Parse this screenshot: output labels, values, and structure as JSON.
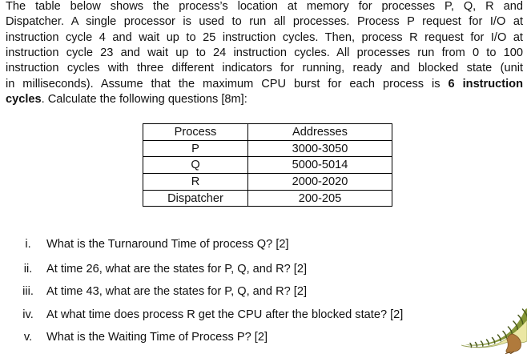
{
  "page": {
    "background": "#ffffff",
    "text_color": "#111111",
    "table_border_color": "#000000"
  },
  "paragraph": {
    "line1": "The table below shows the process’s location at memory for processes P, Q, R and",
    "line2": "Dispatcher. A single processor is used to run all processes. Process P request for I/O at",
    "line3": "instruction cycle 4 and wait up to 25 instruction cycles. Then, process R request for I/O at",
    "line4": "instruction cycle 23 and wait up to 24 instruction cycles. All processes run from 0 to 100",
    "line5": "instruction cycles with three different indicators for running, ready and blocked state (unit",
    "line6_normal": "in milliseconds). Assume that the maximum CPU burst for each process is ",
    "line6_bold": "6 instruction",
    "line7_bold": "cycles",
    "line7_normal": ". Calculate the following questions [8m]:"
  },
  "table": {
    "col_headers": [
      "Process",
      "Addresses"
    ],
    "rows": [
      {
        "process": "P",
        "addresses": "3000-3050"
      },
      {
        "process": "Q",
        "addresses": "5000-5014"
      },
      {
        "process": "R",
        "addresses": "2000-2020"
      },
      {
        "process": "Dispatcher",
        "addresses": "200-205"
      }
    ]
  },
  "questions": [
    {
      "num": "i.",
      "text": "What is the Turnaround Time of process Q? [2]"
    },
    {
      "num": "ii.",
      "text": "At time 26, what are the states for P, Q, and R? [2]"
    },
    {
      "num": "iii.",
      "text": "At time 43, what are the states for P, Q, and R? [2]"
    },
    {
      "num": "iv.",
      "text": "At what time does process R get the CPU after the blocked state? [2]"
    },
    {
      "num": "v.",
      "text": "What is the Waiting Time of Process P? [2]"
    }
  ],
  "figure": {
    "name": "dinosaur-illustration",
    "colors": {
      "belly": "#ebe7a4",
      "back": "#7f912f",
      "stripe": "#4a581c",
      "leg": "#b07a3c",
      "outline": "#9aa35c"
    }
  }
}
